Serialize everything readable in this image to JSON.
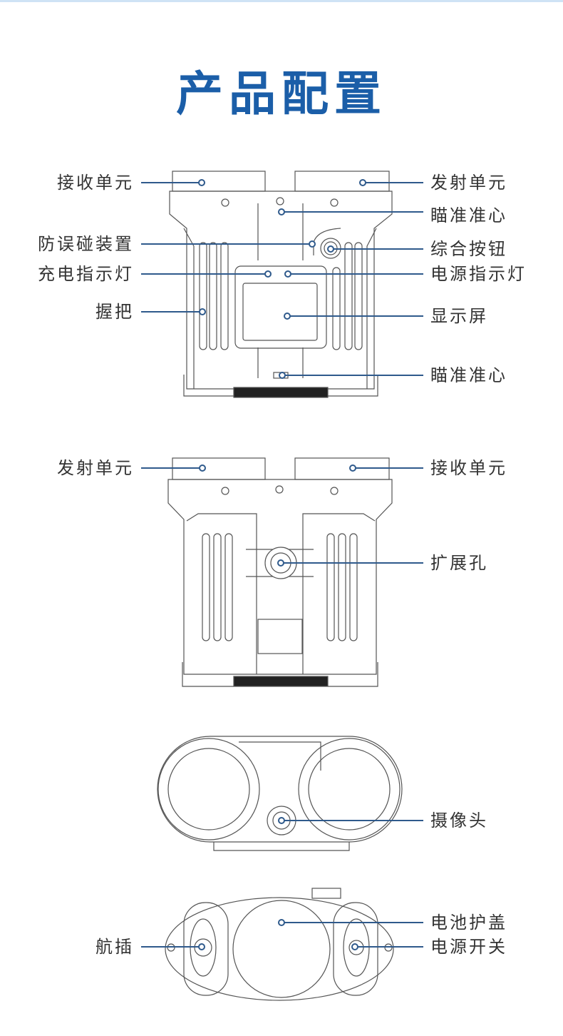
{
  "title": "产品配置",
  "line_color": "#2f5a8c",
  "title_color": "#1b5ea8",
  "sections": [
    {
      "name": "front-view",
      "labels": {
        "receiver_unit": "接收单元",
        "transmitter_unit": "发射单元",
        "aim_reticle_top": "瞄准准心",
        "anti_touch": "防误碰装置",
        "combo_button": "综合按钮",
        "charge_indicator": "充电指示灯",
        "power_indicator": "电源指示灯",
        "grip": "握把",
        "display": "显示屏",
        "aim_reticle_bottom": "瞄准准心"
      }
    },
    {
      "name": "back-view",
      "labels": {
        "transmitter_unit": "发射单元",
        "receiver_unit": "接收单元",
        "expansion_hole": "扩展孔"
      }
    },
    {
      "name": "top-view",
      "labels": {
        "camera": "摄像头"
      }
    },
    {
      "name": "bottom-view",
      "labels": {
        "battery_cover": "电池护盖",
        "aviation_plug": "航插",
        "power_switch": "电源开关"
      }
    }
  ]
}
